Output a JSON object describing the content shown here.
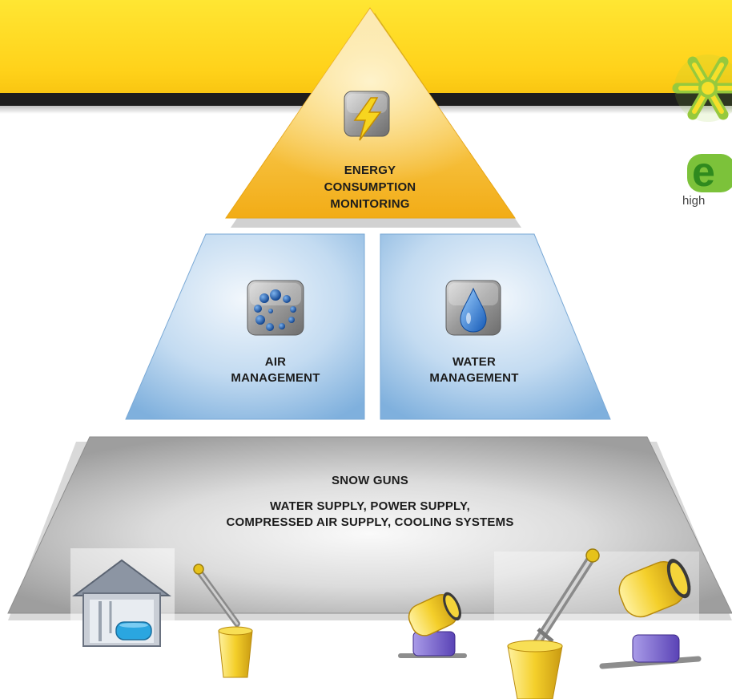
{
  "pyramid": {
    "top": {
      "icon": "lightning-bolt-icon",
      "lines": [
        "ENERGY",
        "CONSUMPTION",
        "MONITORING"
      ],
      "color": "#f6b825"
    },
    "middle_left": {
      "icon": "air-bubbles-icon",
      "lines": [
        "AIR",
        "MANAGEMENT"
      ],
      "color": "#9cc3e6"
    },
    "middle_right": {
      "icon": "water-drop-icon",
      "lines": [
        "WATER",
        "MANAGEMENT"
      ],
      "color": "#9cc3e6"
    },
    "base": {
      "title": "SNOW GUNS",
      "lines": [
        "WATER SUPPLY, POWER SUPPLY,",
        "COMPRESSED AIR SUPPLY, COOLING SYSTEMS"
      ],
      "color": "#b0b0b0"
    }
  },
  "brand": {
    "logo": "snowflake-e-logo",
    "tagline": "high"
  },
  "equipment": [
    "pump-house-icon",
    "snow-lance-icon",
    "fan-snow-gun-icon",
    "snow-lance-icon",
    "fan-snow-gun-icon"
  ]
}
